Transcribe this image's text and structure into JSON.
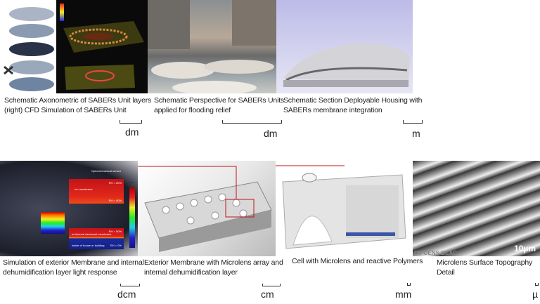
{
  "row1": [
    {
      "caption_line1": "Schematic Axonometric of SABERs Unit layers",
      "caption_line2": "(right) CFD Simulation of SABERs Unit",
      "scale_unit": "dm"
    },
    {
      "caption_line1": "Schematic Perspective for SABERs Units",
      "caption_line2": "applied for flooding relief",
      "scale_unit": "dm"
    },
    {
      "caption_line1": "Schematic Section Deployable Housing with",
      "caption_line2": "SABERs membrane integration",
      "scale_unit": "m"
    }
  ],
  "row2": [
    {
      "caption_line1": "Simulation of exterior Membrane and internal",
      "caption_line2": "dehumidification layer light response",
      "scale_unit": "dcm",
      "labels": {
        "sensor": "Optomechanical sensor",
        "ext_membrane": "e/c membrane",
        "int_membrane": "w/ internal desiccant membrane",
        "inside": "inside of house or building",
        "rh1": "RH = 50%",
        "rh2": "RH = 40%",
        "rh3": "RH = 50%",
        "rh4": "RH = 0%",
        "colorbar_title": "RH%"
      }
    },
    {
      "caption_line1": "Exterior Membrane with Microlens array and",
      "caption_line2": "internal dehumidification layer",
      "scale_unit": "cm"
    },
    {
      "caption_line1": "Cell with Microlens and reactive Polymers",
      "caption_line2": "",
      "scale_unit": "mm"
    },
    {
      "caption_line1": "Microlens Surface Topography Detail",
      "caption_line2": "",
      "scale_unit": "µ",
      "overlay_text": "10µm",
      "watermark": "DIPOENS BEAC"
    }
  ],
  "colors": {
    "cfd_bg": "#0a0a0a",
    "sky": "#c9c9ee",
    "red": "#c4121a",
    "blue": "#1a2a9a"
  }
}
